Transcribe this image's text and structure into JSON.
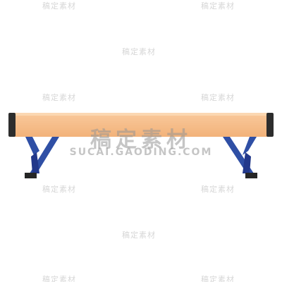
{
  "watermark": {
    "main_cn": "稿定素材",
    "main_en": "SUCAI.GAODING.COM",
    "tile_text": "稿定素材"
  },
  "colors": {
    "beam_top": "#f9c99b",
    "beam_bottom": "#f2b27a",
    "beam_cap": "#2d2d2d",
    "leg": "#2f4fa5",
    "leg_dark": "#22388a",
    "foot": "#262626"
  },
  "icons": {
    "beam": "balance-beam-icon"
  }
}
